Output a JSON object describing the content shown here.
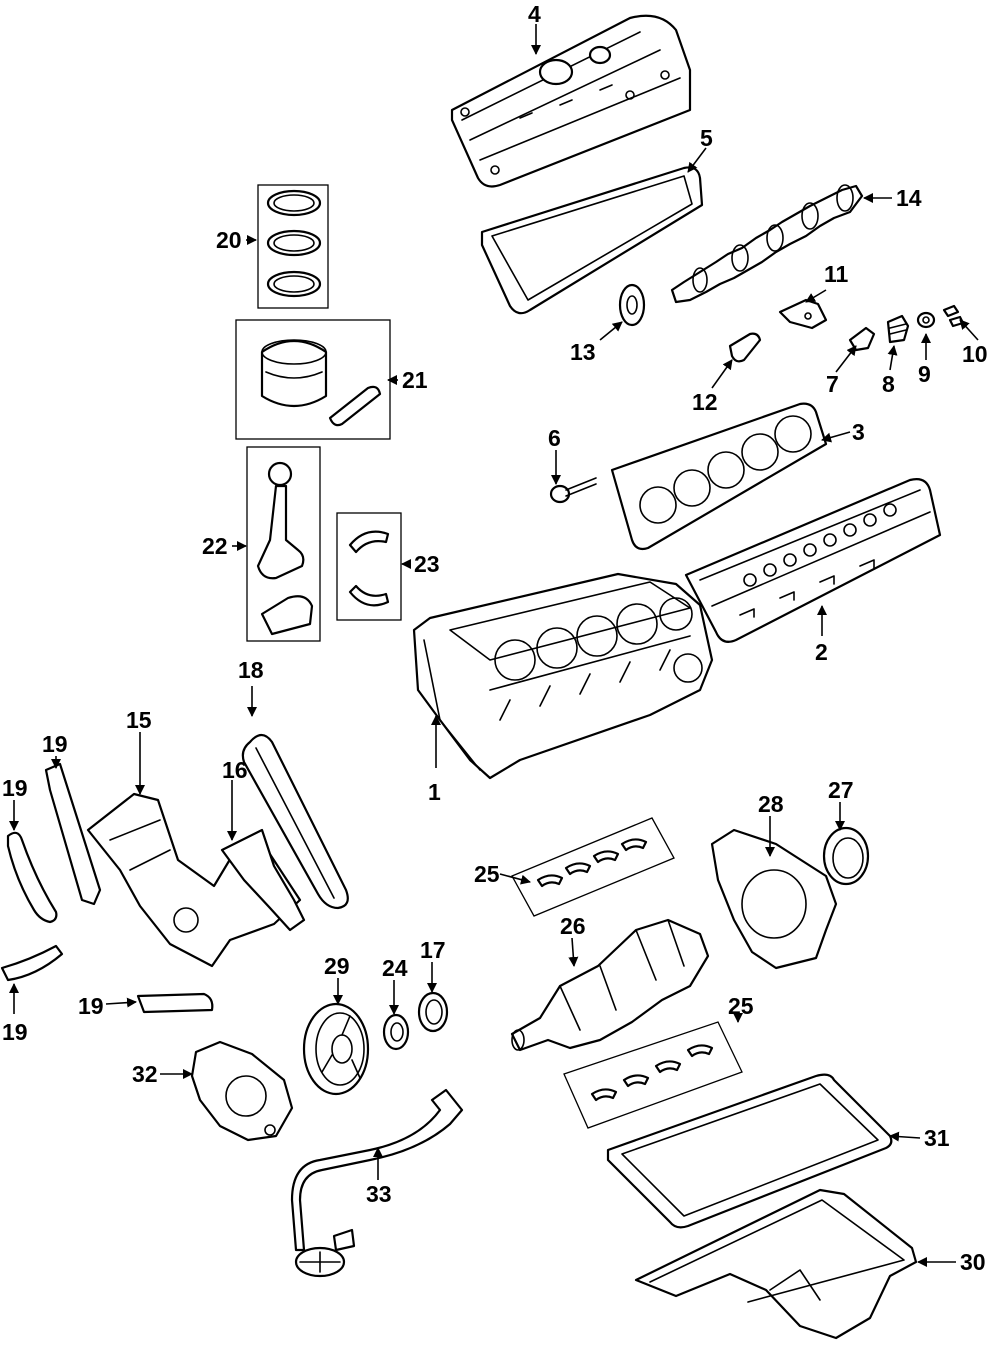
{
  "labels": {
    "l1": "1",
    "l2": "2",
    "l3": "3",
    "l4": "4",
    "l5": "5",
    "l6": "6",
    "l7": "7",
    "l8": "8",
    "l9": "9",
    "l10": "10",
    "l11": "11",
    "l12": "12",
    "l13": "13",
    "l14": "14",
    "l15": "15",
    "l16": "16",
    "l17": "17",
    "l18": "18",
    "l19a": "19",
    "l19b": "19",
    "l19c": "19",
    "l19d": "19",
    "l20": "20",
    "l21": "21",
    "l22": "22",
    "l23": "23",
    "l24": "24",
    "l25a": "25",
    "l25b": "25",
    "l26": "26",
    "l27": "27",
    "l28": "28",
    "l29": "29",
    "l30": "30",
    "l31": "31",
    "l32": "32",
    "l33": "33"
  }
}
